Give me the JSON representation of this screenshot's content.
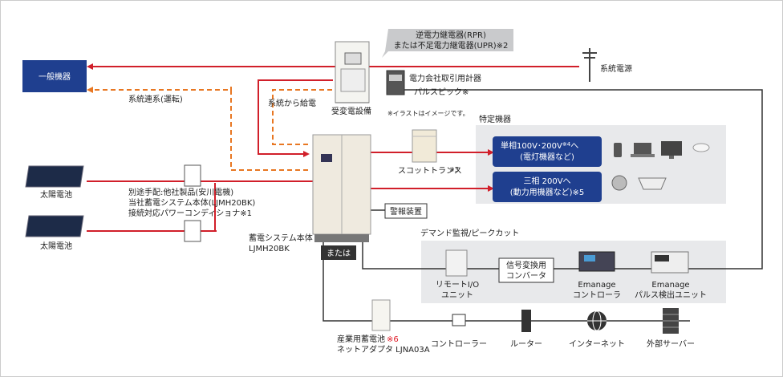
{
  "nodes": {
    "general_equipment": "一般機器",
    "rpr_line1": "逆電力継電器(RPR)",
    "rpr_line2": "または不足電力継電器(UPR)※2",
    "grid_power": "系統電源",
    "power_meter": "電力会社取引用計器",
    "pulse_pick": "パルスピック※",
    "illustration_note": "※イラストはイメージです。",
    "grid_interconnect": "系統連系(運転)",
    "feed_from_grid": "系統から給電",
    "substation": "受変電設備",
    "specific_equipment": "特定機器",
    "scott_trans": "スコットトランス",
    "scott_note": "※3",
    "single_phase_1": "単相100V･200V",
    "single_phase_note": "※4",
    "single_phase_arrow": "へ",
    "single_phase_2": "(電灯機器など)",
    "three_phase_1": "三相 200Vへ",
    "three_phase_2": "(動力用機器など)※5",
    "solar_1": "太陽電池",
    "solar_2": "太陽電池",
    "pcs_line1": "別途手配:他社製品(安川電機)",
    "pcs_line2": "当社蓄電システム本体(LJMH20BK)",
    "pcs_line3": "接続対応パワーコンディショナ※1",
    "alarm": "警報装置",
    "storage_line1": "蓄電システム本体",
    "storage_line2": "LJMH20BK",
    "demand": "デマンド監視/ピークカット",
    "or_label": "または",
    "remote_io_1": "リモートI/O",
    "remote_io_2": "ユニット",
    "converter_1": "信号変換用",
    "converter_2": "コンバータ",
    "emanage_ctrl_1": "Emanage",
    "emanage_ctrl_2": "コントローラ",
    "emanage_pulse_1": "Emanage",
    "emanage_pulse_2": "パルス検出ユニット",
    "industrial_battery": "産業用蓄電池",
    "industrial_note": "※6",
    "net_adapter": "ネットアダプタ LJNA03A",
    "controller": "コントローラー",
    "router": "ルーター",
    "internet": "インターネット",
    "external_server": "外部サーバー"
  },
  "colors": {
    "power_line": "#d11f2a",
    "grid_line": "#e87722",
    "signal_line": "#333333",
    "blue_box": "#1f3f8f",
    "gray_panel": "#e8e9eb",
    "note_red": "#e01e2a"
  }
}
